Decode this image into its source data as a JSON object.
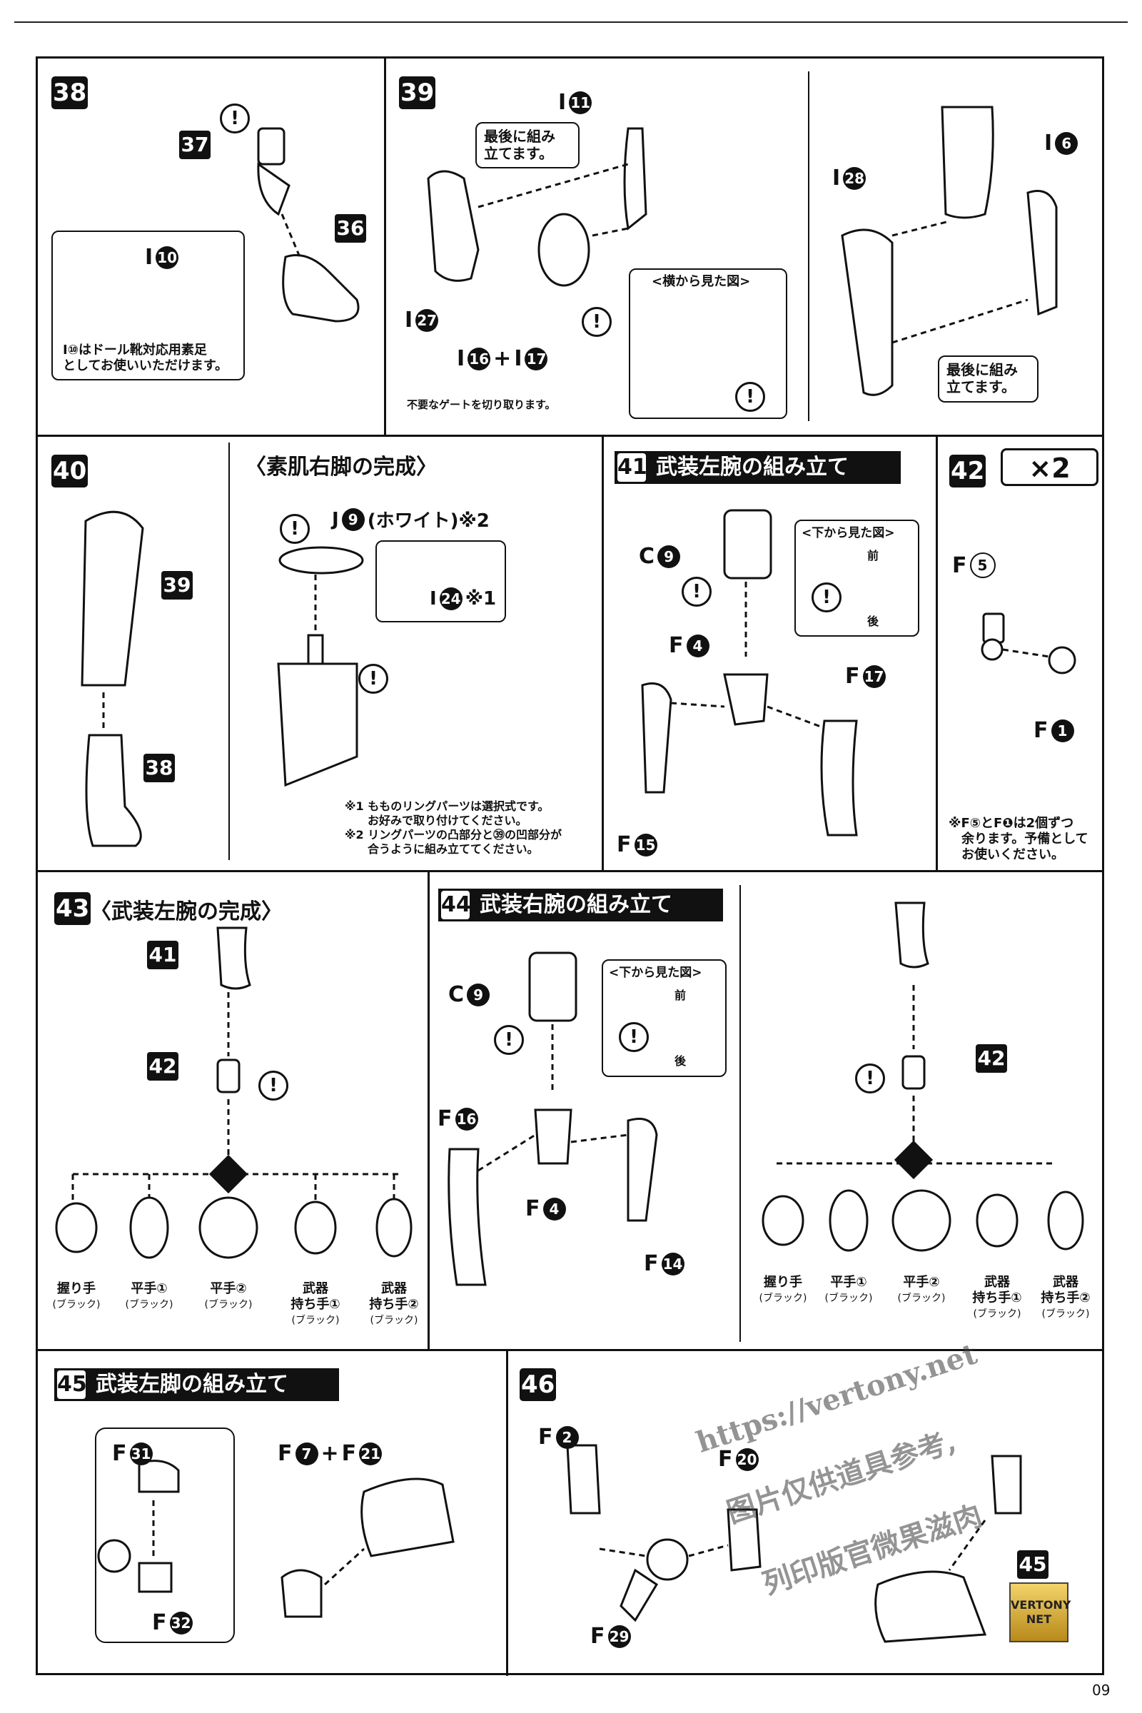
{
  "page_number": "09",
  "steps": {
    "s38": {
      "num": "38",
      "callout_a": "37",
      "callout_b": "36",
      "part": {
        "l": "I",
        "n": "10"
      },
      "note": "I⑩はドール靴対応用素足\nとしてお使いいただけます。"
    },
    "s39": {
      "num": "39",
      "part_top": {
        "l": "I",
        "n": "11"
      },
      "later_note": "最後に組み\n立てます。",
      "part_27": {
        "l": "I",
        "n": "27"
      },
      "part_16": {
        "l": "I",
        "n": "16"
      },
      "plus": "+",
      "part_17": {
        "l": "I",
        "n": "17"
      },
      "side_view": "<横から見た図>",
      "gate_note": "不要なゲートを切り取ります。",
      "part_28": {
        "l": "I",
        "n": "28"
      },
      "part_6": {
        "l": "I",
        "n": "6"
      },
      "later_note_2": "最後に組み\n立てます。"
    },
    "s40": {
      "num": "40",
      "title": "〈素肌右脚の完成〉",
      "callout_a": "39",
      "callout_b": "38",
      "ring_main": {
        "l": "J",
        "n": "9",
        "suffix": "(ホワイト)※2"
      },
      "ring_alt": {
        "l": "I",
        "n": "24",
        "suffix": "※1"
      },
      "notes": "※1 もものリングパーツは選択式です。\n　　お好みで取り付けてください。\n※2 リングパーツの凸部分と㊴の凹部分が\n　　合うように組み立ててください。"
    },
    "s41": {
      "num": "41",
      "title": "武装左腕の組み立て",
      "part_c9": {
        "l": "C",
        "n": "9"
      },
      "bottom_view": "<下から見た図>",
      "front": "前",
      "back": "後",
      "part_f4": {
        "l": "F",
        "n": "4"
      },
      "part_f17": {
        "l": "F",
        "n": "17"
      },
      "part_f15": {
        "l": "F",
        "n": "15"
      }
    },
    "s42": {
      "num": "42",
      "multiplier": "×2",
      "part_f5": {
        "l": "F",
        "n": "5"
      },
      "part_f1": {
        "l": "F",
        "n": "1"
      },
      "note": "※F⑤とF❶は2個ずつ\n　余ります。予備として\n　お使いください。"
    },
    "s43": {
      "num": "43",
      "title": "〈武装左腕の完成〉",
      "callout_a": "41",
      "callout_b": "42"
    },
    "s44": {
      "num": "44",
      "title": "武装右腕の組み立て",
      "part_c9": {
        "l": "C",
        "n": "9"
      },
      "bottom_view": "<下から見た図>",
      "front": "前",
      "back": "後",
      "part_f16": {
        "l": "F",
        "n": "16"
      },
      "part_f4": {
        "l": "F",
        "n": "4"
      },
      "part_f14": {
        "l": "F",
        "n": "14"
      },
      "callout": "42"
    },
    "s45": {
      "num": "45",
      "title": "武装左脚の組み立て",
      "part_f31": {
        "l": "F",
        "n": "31"
      },
      "part_f32": {
        "l": "F",
        "n": "32"
      },
      "part_f7": {
        "l": "F",
        "n": "7"
      },
      "plus": "+",
      "part_f21": {
        "l": "F",
        "n": "21"
      }
    },
    "s46": {
      "num": "46",
      "part_f2": {
        "l": "F",
        "n": "2"
      },
      "part_f20": {
        "l": "F",
        "n": "20"
      },
      "part_f29": {
        "l": "F",
        "n": "29"
      },
      "callout": "45"
    }
  },
  "hands": [
    {
      "name": "握り手",
      "color": "(ブラック)"
    },
    {
      "name": "平手①",
      "color": "(ブラック)"
    },
    {
      "name": "平手②",
      "color": "(ブラック)"
    },
    {
      "name": "武器\n持ち手①",
      "color": "(ブラック)"
    },
    {
      "name": "武器\n持ち手②",
      "color": "(ブラック)"
    }
  ],
  "warning_symbol": "!",
  "watermark": {
    "line1": "https://vertony.net",
    "line2": "图片仅供道具参考,",
    "line3": "列印版官微果滋肉",
    "logo": "VERTONY\nNET"
  }
}
